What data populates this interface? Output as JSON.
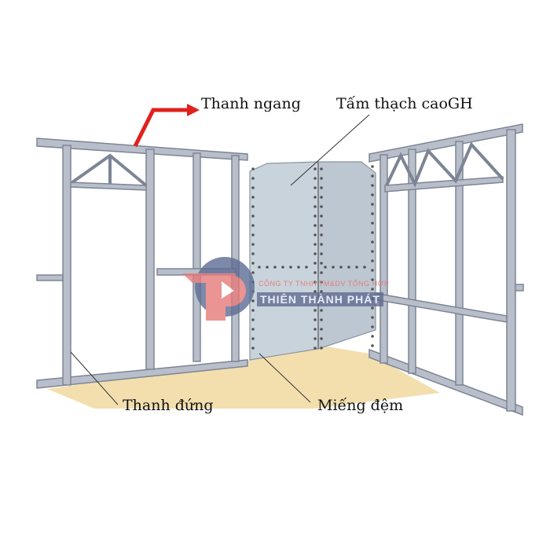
{
  "labels": {
    "top_rail": "Thanh ngang",
    "gypsum_board": "Tấm thạch caoGH",
    "stud": "Thanh đứng",
    "spacer": "Miếng đệm"
  },
  "watermark": {
    "company_line": "CÔNG TY TNHH TM&DV TỔNG HỢP",
    "brand": "THIÊN THÀNH PHÁT"
  },
  "colors": {
    "arrow": "#e0211c",
    "steel": "#8f97a6",
    "board": "#c9d3dc",
    "floor": "#f3dfae"
  }
}
